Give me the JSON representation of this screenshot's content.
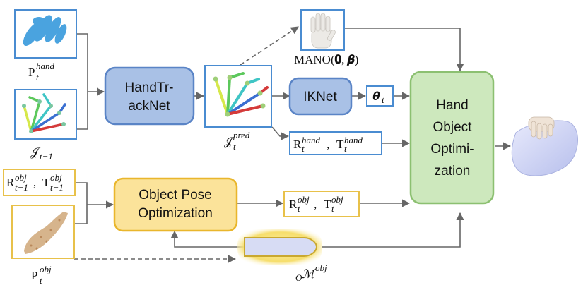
{
  "nodes": {
    "handtracknet": {
      "line1": "HandTr-",
      "line2": "ackNet"
    },
    "iknet": {
      "label": "IKNet"
    },
    "object_pose_opt": {
      "line1": "Object Pose",
      "line2": "Optimization"
    },
    "hand_object_opt": {
      "line1": "Hand",
      "line2": "Object",
      "line3": "Optimi-",
      "line4": "zation"
    }
  },
  "labels": {
    "p_hand": {
      "base": "P",
      "sub": "t",
      "sup": "hand"
    },
    "j_prev": {
      "base": "𝒥",
      "sub": "t−1"
    },
    "j_pred": {
      "base": "𝒥",
      "sub": "t",
      "sup": "pred"
    },
    "mano": {
      "text": "MANO(",
      "zero": "𝟎",
      "comma": ", ",
      "beta": "𝜷",
      "close": ")"
    },
    "theta": {
      "base": "𝜽",
      "sub": "t"
    },
    "r_hand": {
      "R": "R",
      "R_sub": "t",
      "R_sup": "hand",
      "comma": ", ",
      "T": "T",
      "T_sub": "t",
      "T_sup": "hand"
    },
    "r_obj_prev": {
      "R": "R",
      "R_sub": "t−1",
      "R_sup": "obj",
      "comma": ", ",
      "T": "T",
      "T_sub": "t−1",
      "T_sup": "obj"
    },
    "r_obj": {
      "R": "R",
      "R_sub": "t",
      "R_sup": "obj",
      "comma": ", ",
      "T": "T",
      "T_sub": "t",
      "T_sup": "obj"
    },
    "p_obj": {
      "base": "P",
      "sub": "t",
      "sup": "obj"
    },
    "o_m_obj": {
      "pre": "O",
      "base": "ℳ",
      "sup": "obj"
    }
  },
  "colors": {
    "blue_box_fill": "#a9c1e6",
    "blue_box_stroke": "#5a84c6",
    "yellow_box_fill": "#fbe39a",
    "yellow_box_stroke": "#e9b62c",
    "green_box_fill": "#cde8bd",
    "green_box_stroke": "#8cc071",
    "image_frame_blue": "#4a8cd1",
    "image_frame_yellow": "#e8c14a",
    "arrow": "#666666"
  }
}
